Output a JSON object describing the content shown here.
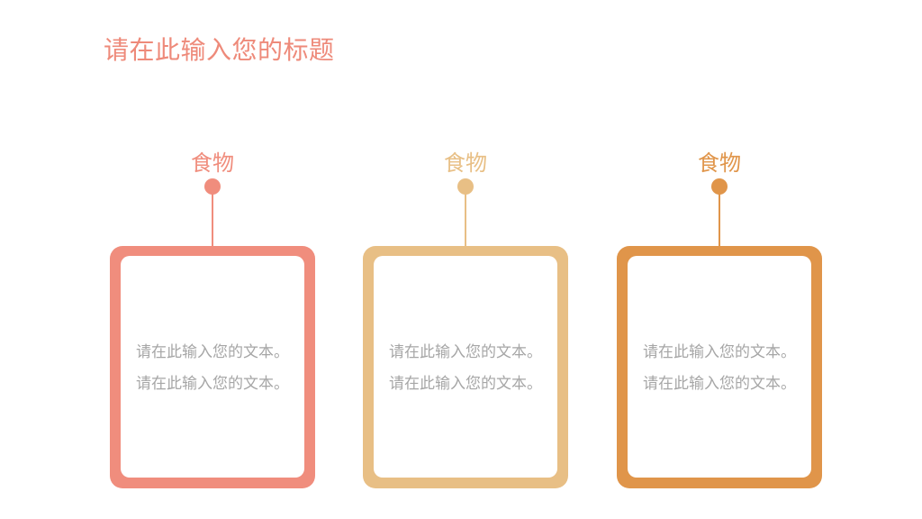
{
  "slide": {
    "title": "请在此输入您的标题",
    "title_color": "#ee8a7a"
  },
  "cards": [
    {
      "label": "食物",
      "accent_color": "#f08d7d",
      "text_lines": [
        "请在此输入您的文本。",
        "请在此输入您的文本。"
      ]
    },
    {
      "label": "食物",
      "accent_color": "#e8bf85",
      "text_lines": [
        "请在此输入您的文本。",
        "请在此输入您的文本。"
      ]
    },
    {
      "label": "食物",
      "accent_color": "#e0954a",
      "text_lines": [
        "请在此输入您的文本。",
        "请在此输入您的文本。"
      ]
    }
  ]
}
